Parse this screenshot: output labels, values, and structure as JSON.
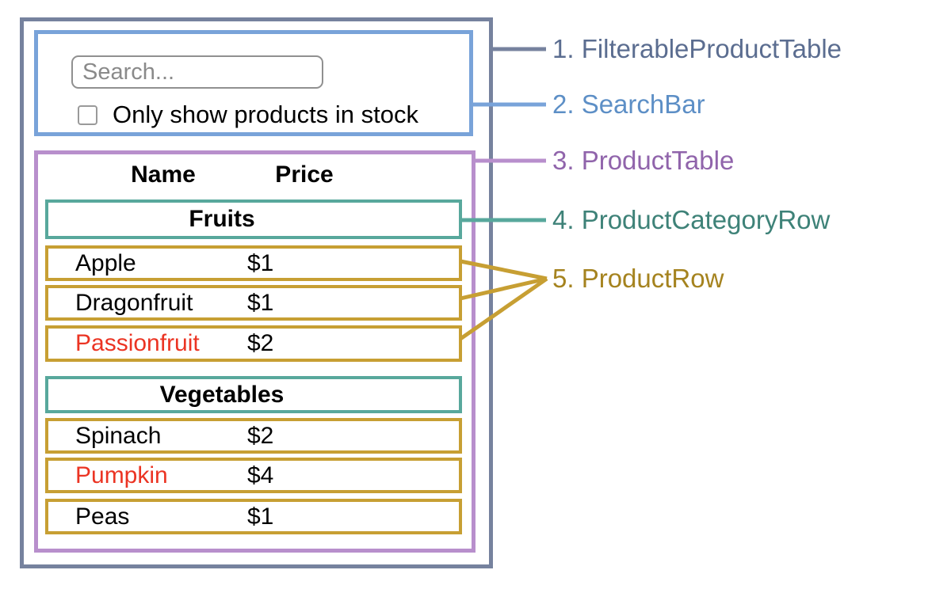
{
  "search_bar": {
    "input_placeholder": "Search...",
    "input_value": "",
    "checkbox_label": "Only show products in stock",
    "checkbox_checked": false
  },
  "table": {
    "headers": {
      "name": "Name",
      "price": "Price"
    },
    "rows": [
      {
        "type": "category",
        "label": "Fruits"
      },
      {
        "type": "product",
        "name": "Apple",
        "price": "$1",
        "in_stock": true
      },
      {
        "type": "product",
        "name": "Dragonfruit",
        "price": "$1",
        "in_stock": true
      },
      {
        "type": "product",
        "name": "Passionfruit",
        "price": "$2",
        "in_stock": false
      },
      {
        "type": "category",
        "label": "Vegetables"
      },
      {
        "type": "product",
        "name": "Spinach",
        "price": "$2",
        "in_stock": true
      },
      {
        "type": "product",
        "name": "Pumpkin",
        "price": "$4",
        "in_stock": false
      },
      {
        "type": "product",
        "name": "Peas",
        "price": "$1",
        "in_stock": true
      }
    ]
  },
  "legend": [
    {
      "text": "1. FilterableProductTable",
      "component": "FilterableProductTable",
      "text_color": "#5b6d90",
      "line_color": "#76829e"
    },
    {
      "text": "2. SearchBar",
      "component": "SearchBar",
      "text_color": "#5d8fc6",
      "line_color": "#79a3d9"
    },
    {
      "text": "3. ProductTable",
      "component": "ProductTable",
      "text_color": "#9064ab",
      "line_color": "#b88fcc"
    },
    {
      "text": "4. ProductCategoryRow",
      "component": "ProductCategoryRow",
      "text_color": "#3e8278",
      "line_color": "#58a89c"
    },
    {
      "text": "5. ProductRow",
      "component": "ProductRow",
      "text_color": "#a5831f",
      "line_color": "#c79f33"
    }
  ],
  "colors": {
    "filterable_product_table_border": "#76829e",
    "search_bar_border": "#79a3d9",
    "product_table_border": "#b88fcc",
    "category_row_border": "#58a89c",
    "product_row_border": "#c79f33",
    "out_of_stock_text": "#eb3423",
    "input_border": "#909090",
    "background": "#ffffff"
  }
}
